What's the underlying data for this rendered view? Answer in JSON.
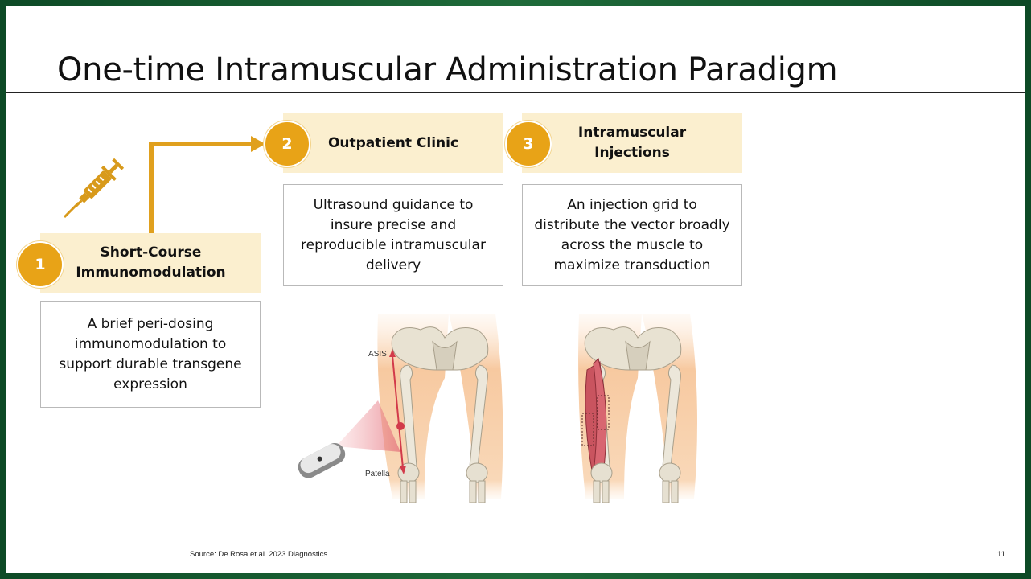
{
  "slide": {
    "title": "One-time Intramuscular Administration Paradigm",
    "page_number": "11",
    "source": "Source: De Rosa et al. 2023 Diagnostics"
  },
  "steps": [
    {
      "number": "1",
      "header": "Short-Course\nImmunomodulation",
      "description": "A brief peri-dosing immunomodulation to support durable transgene expression"
    },
    {
      "number": "2",
      "header": "Outpatient Clinic",
      "description": "Ultrasound guidance to insure precise and reproducible intramuscular delivery"
    },
    {
      "number": "3",
      "header": "Intramuscular\nInjections",
      "description": "An injection grid to distribute the vector broadly across the muscle to maximize transduction"
    }
  ],
  "figure_labels": {
    "asis": "ASIS",
    "patella": "Patella"
  },
  "colors": {
    "accent": "#e8a317",
    "header_fill": "#fbefcf",
    "border_green": "#1f6b3a"
  },
  "icons": [
    "syringe-icon",
    "elbow-arrow-icon",
    "ultrasound-probe-icon"
  ]
}
